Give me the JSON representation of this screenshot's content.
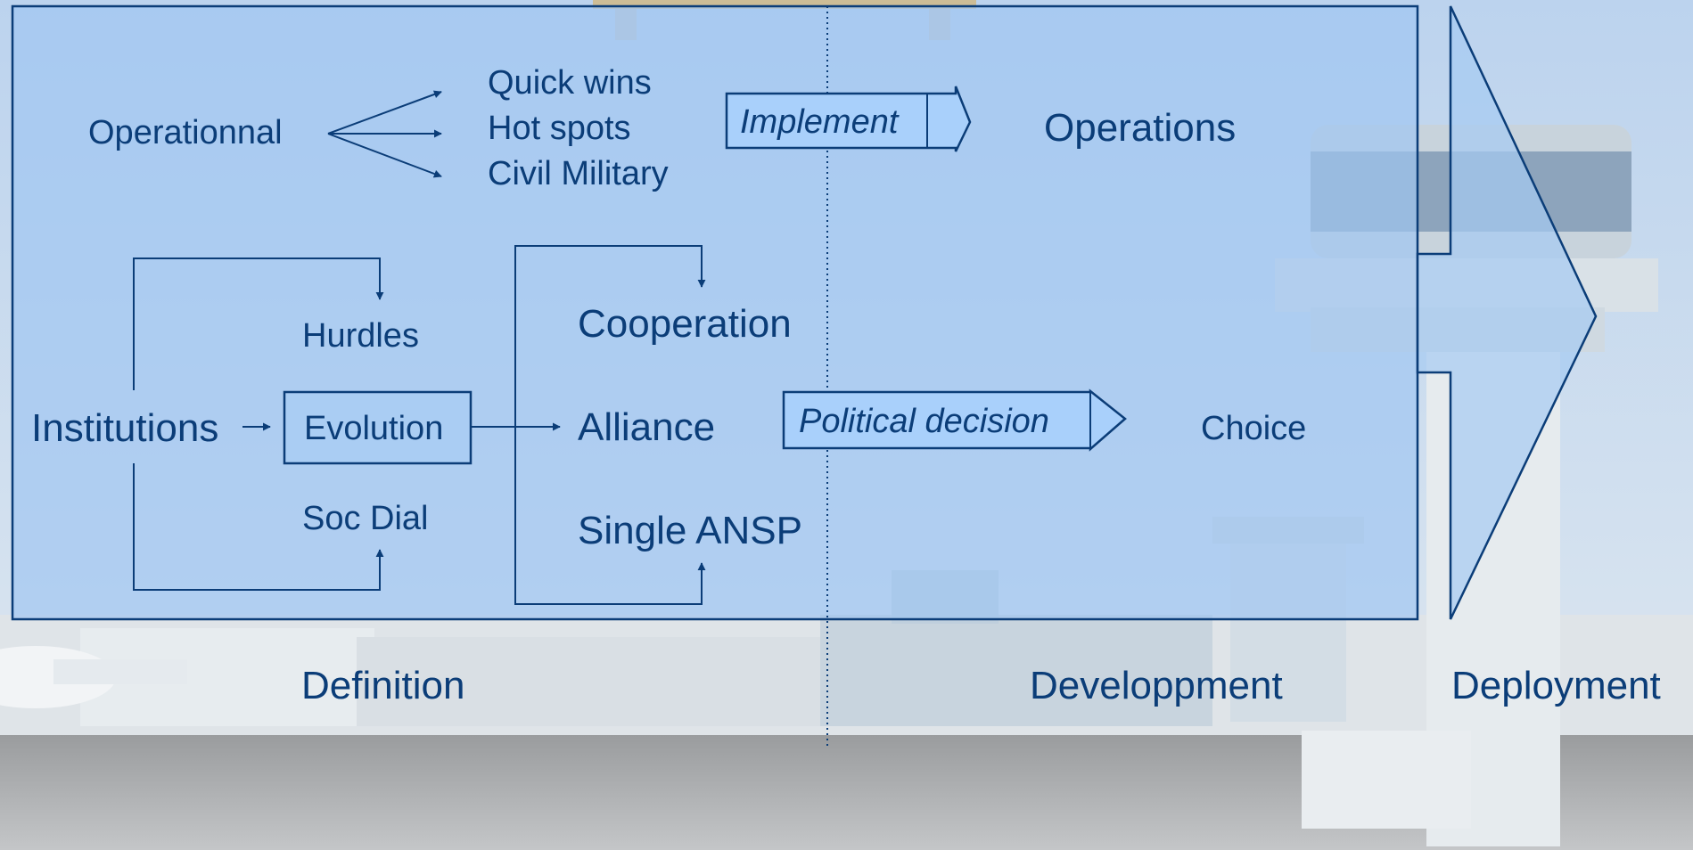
{
  "colors": {
    "accent": "#0b3d78",
    "panel_fill": "#9fc6f2",
    "arrow_fill": "#a9d0fb",
    "sky": "#c6d9ee",
    "tarmac": "#8d8f91"
  },
  "top_row": {
    "source": "Operationnal",
    "items": [
      "Quick wins",
      "Hot spots",
      "Civil Military"
    ],
    "action": "Implement",
    "result": "Operations"
  },
  "bottom_row": {
    "source": "Institutions",
    "branch_top": "Hurdles",
    "center": "Evolution",
    "branch_bottom": "Soc Dial",
    "options": [
      "Cooperation",
      "Alliance",
      "Single ANSP"
    ],
    "action": "Political decision",
    "result": "Choice"
  },
  "phases": {
    "definition": "Definition",
    "development": "Developpment",
    "deployment": "Deployment"
  }
}
